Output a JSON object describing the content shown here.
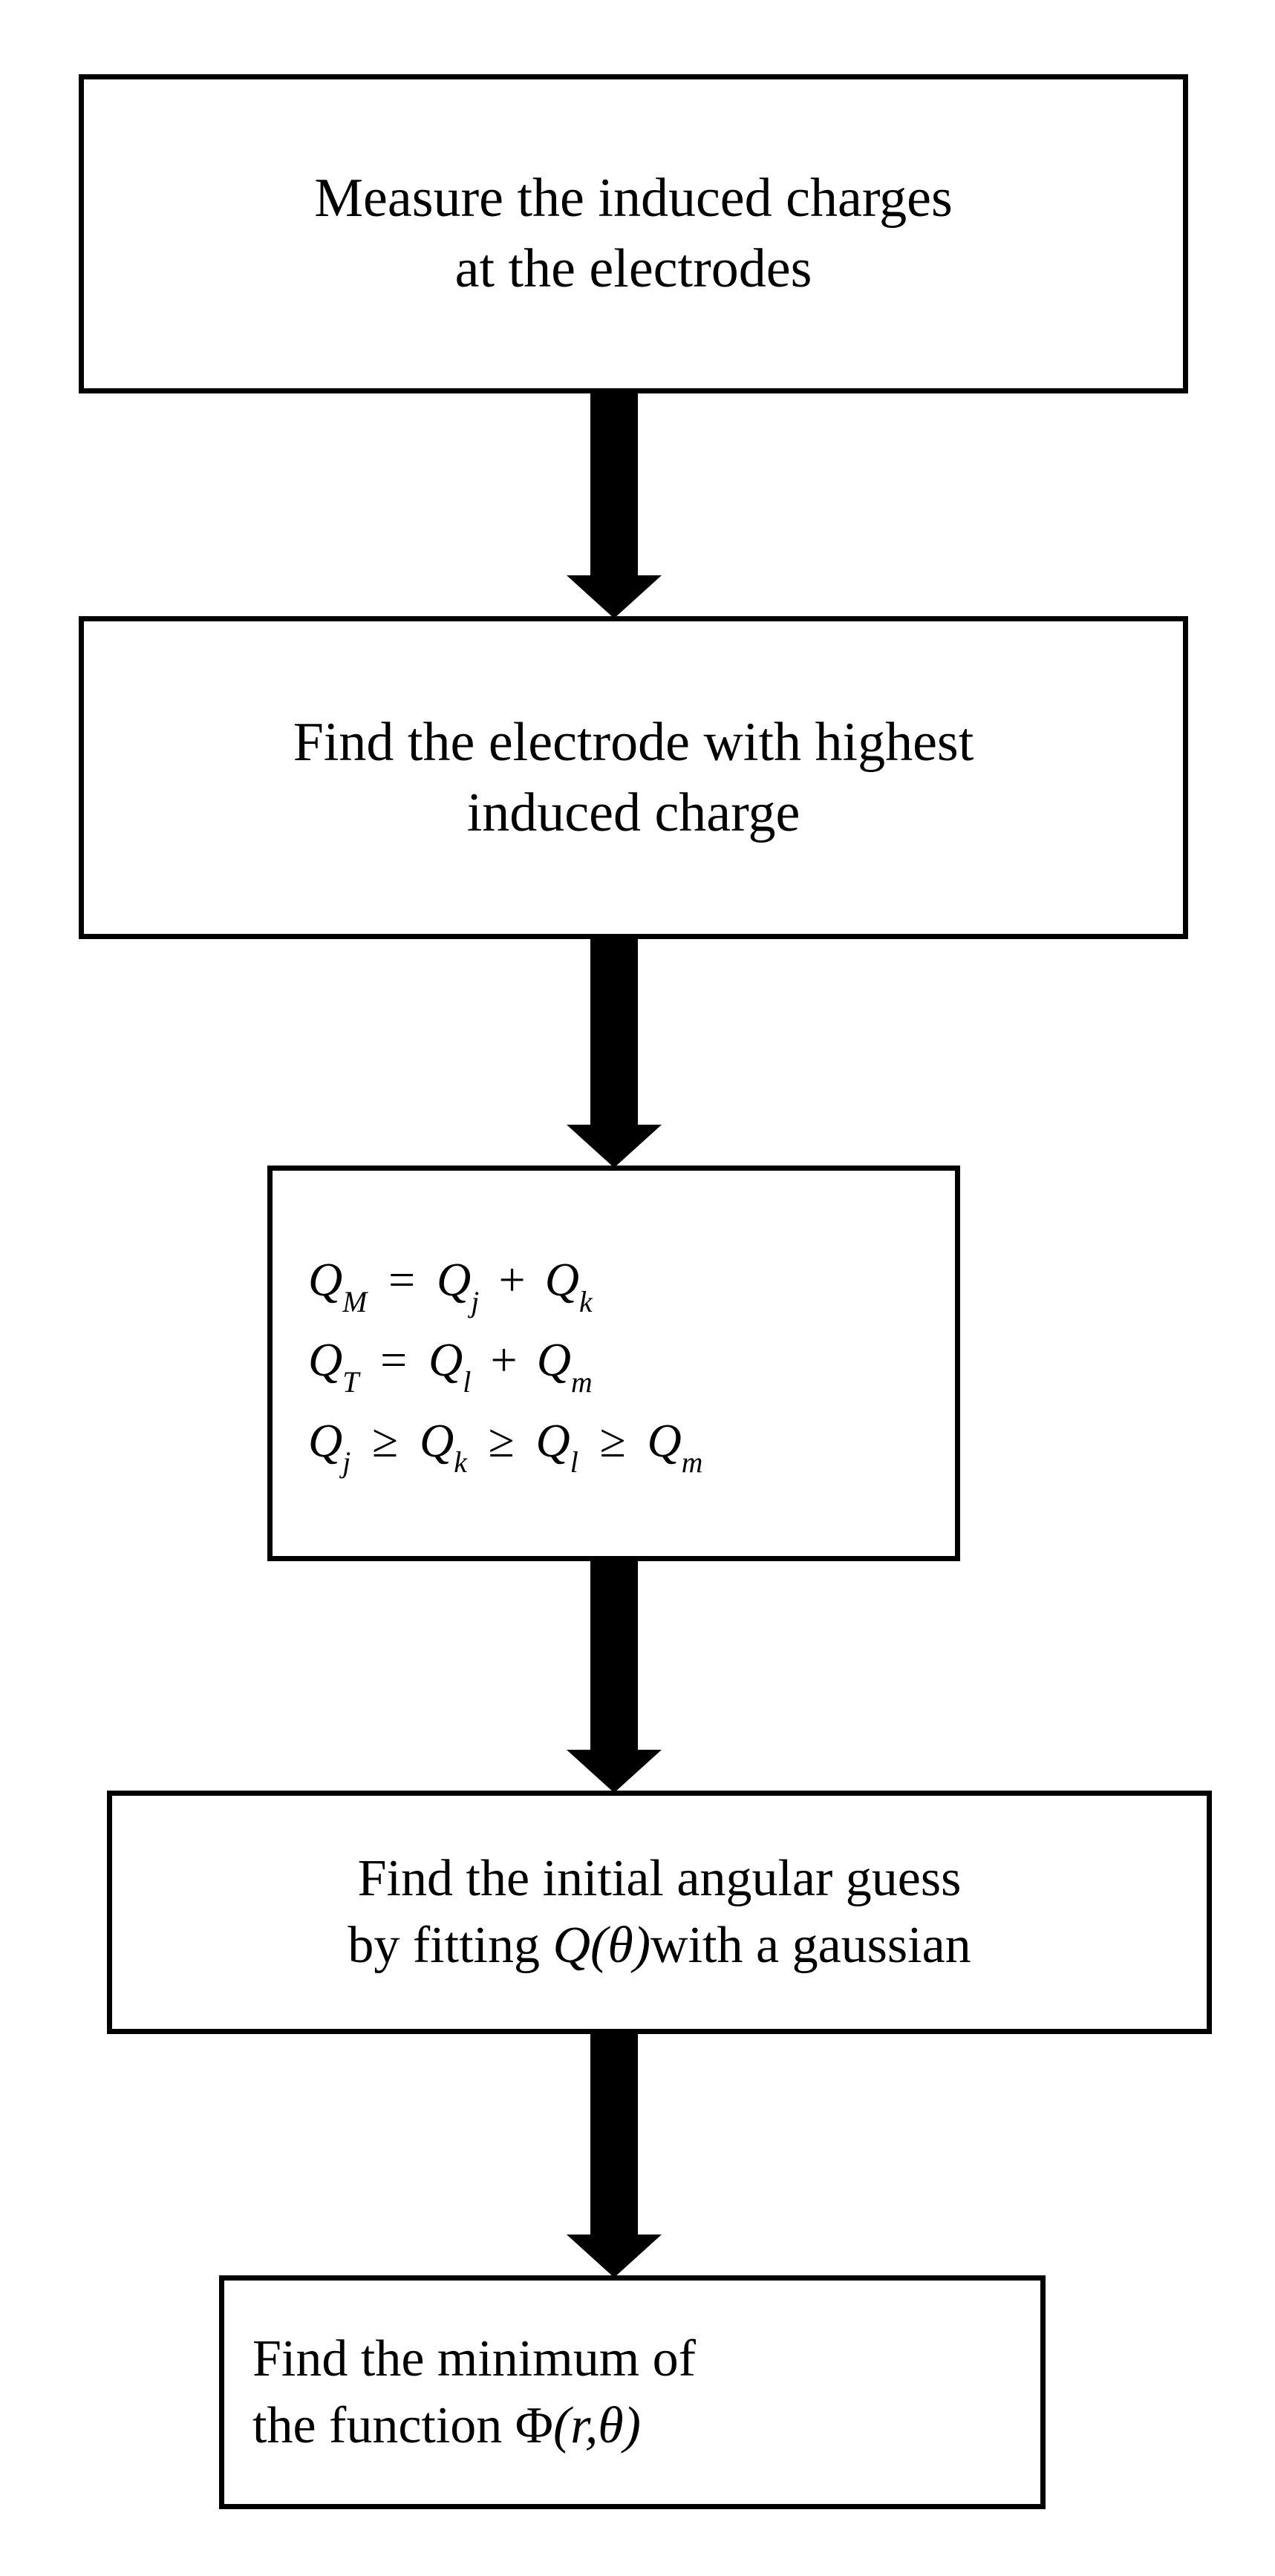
{
  "diagram": {
    "title": "Charge reconstruction algorithm flowchart",
    "background_color": "#ffffff",
    "stroke_color": "#000000",
    "orientation": "top-to-bottom"
  },
  "nodes": [
    {
      "id": "measure",
      "name": "measure-charges-box",
      "lines": [
        "Measure the induced charges",
        "at the electrodes"
      ],
      "line1": "Measure the induced charges",
      "line2": "at the electrodes"
    },
    {
      "id": "find-highest",
      "name": "find-highest-electrode-box",
      "lines": [
        "Find the electrode with highest",
        "induced charge"
      ],
      "line1": "Find the electrode with highest",
      "line2": "induced charge"
    },
    {
      "id": "equations",
      "name": "charge-equations-box",
      "equations": [
        {
          "text": "Q_M = Q_j + Q_k",
          "lhs_symbol": "Q",
          "lhs_sub": "M",
          "relation": "=",
          "terms": [
            {
              "symbol": "Q",
              "sub": "j"
            },
            {
              "symbol": "Q",
              "sub": "k"
            }
          ],
          "operator": "+"
        },
        {
          "text": "Q_T = Q_l + Q_m",
          "lhs_symbol": "Q",
          "lhs_sub": "T",
          "relation": "=",
          "terms": [
            {
              "symbol": "Q",
              "sub": "l"
            },
            {
              "symbol": "Q",
              "sub": "m"
            }
          ],
          "operator": "+"
        },
        {
          "text": "Q_j >= Q_k >= Q_l >= Q_m",
          "relation": "≥",
          "chain": [
            {
              "symbol": "Q",
              "sub": "j"
            },
            {
              "symbol": "Q",
              "sub": "k"
            },
            {
              "symbol": "Q",
              "sub": "l"
            },
            {
              "symbol": "Q",
              "sub": "m"
            }
          ]
        }
      ]
    },
    {
      "id": "initial-guess",
      "name": "initial-angular-guess-box",
      "lines": [
        "Find the initial angular guess",
        "by fitting Q(θ) with a gaussian"
      ],
      "line1": "Find the initial angular guess",
      "line2_prefix": "by fitting ",
      "line2_symbol": "Q",
      "line2_open": "(",
      "line2_arg": "θ",
      "line2_close": ")",
      "line2_suffix": "with a gaussian"
    },
    {
      "id": "minimum",
      "name": "find-minimum-box",
      "lines": [
        "Find the minimum of",
        "the function Φ(r,θ)"
      ],
      "line1": "Find the minimum of",
      "line2_prefix": "the function ",
      "line2_symbol": "Φ",
      "line2_open": "(",
      "line2_arg1": "r",
      "line2_comma": ",",
      "line2_arg2": "θ",
      "line2_close": ")"
    }
  ],
  "connectors": [
    {
      "id": "arrow-1",
      "from": "measure",
      "to": "find-highest",
      "shape": "block-arrow",
      "direction": "down"
    },
    {
      "id": "arrow-2",
      "from": "find-highest",
      "to": "equations",
      "shape": "block-arrow",
      "direction": "down"
    },
    {
      "id": "arrow-3",
      "from": "equations",
      "to": "initial-guess",
      "shape": "block-arrow",
      "direction": "down"
    },
    {
      "id": "arrow-4",
      "from": "initial-guess",
      "to": "minimum",
      "shape": "block-arrow",
      "direction": "down"
    }
  ]
}
